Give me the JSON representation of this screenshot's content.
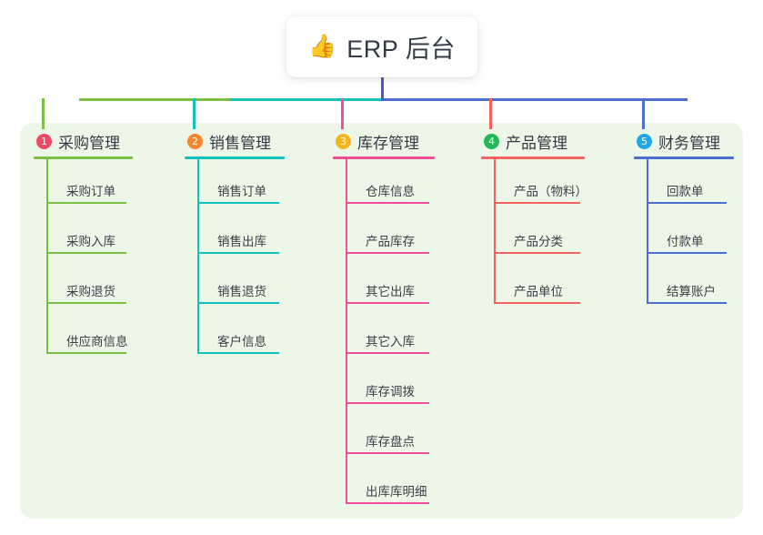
{
  "root": {
    "icon": "thumbs-up-icon",
    "icon_glyph": "👍",
    "title": "ERP 后台",
    "stem_color": "#4c58c0"
  },
  "panel": {
    "background": "#edf7e7"
  },
  "columns": [
    {
      "index": "1",
      "title": "采购管理",
      "line_color": "#7ac143",
      "badge_color": "#ef4a63",
      "items": [
        "采购订单",
        "采购入库",
        "采购退货",
        "供应商信息"
      ]
    },
    {
      "index": "2",
      "title": "销售管理",
      "line_color": "#12c2bb",
      "badge_color": "#f5862e",
      "items": [
        "销售订单",
        "销售出库",
        "销售退货",
        "客户信息"
      ]
    },
    {
      "index": "3",
      "title": "库存管理",
      "line_color": "#ef4e9b",
      "badge_color": "#f5b521",
      "items": [
        "仓库信息",
        "产品库存",
        "其它出库",
        "其它入库",
        "库存调拨",
        "库存盘点",
        "出库库明细"
      ]
    },
    {
      "index": "4",
      "title": "产品管理",
      "line_color": "#f2635f",
      "badge_color": "#23b857",
      "items": [
        "产品（物料）",
        "产品分类",
        "产品单位"
      ]
    },
    {
      "index": "5",
      "title": "财务管理",
      "line_color": "#4a6fd1",
      "badge_color": "#1fa7e8",
      "items": [
        "回款单",
        "付款单",
        "结算账户"
      ]
    }
  ]
}
